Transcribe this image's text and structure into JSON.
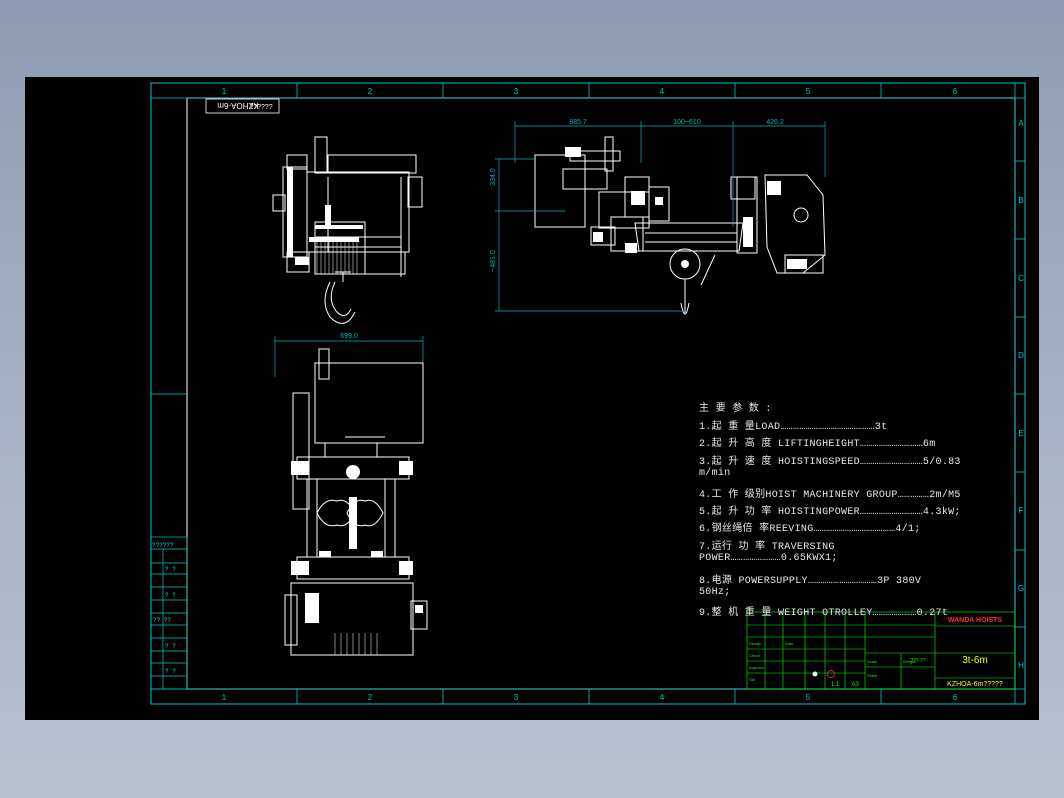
{
  "drawing": {
    "number_tag": "KZHOA-6m",
    "number_tag_suffix": "??????",
    "grid_cols": [
      "1",
      "2",
      "3",
      "4",
      "5",
      "6"
    ],
    "grid_rows": [
      "A",
      "B",
      "C",
      "D",
      "E",
      "F",
      "G",
      "H"
    ]
  },
  "dimensions": {
    "d1": "885.7",
    "d2": "100~610",
    "d3": "426.2",
    "d4": "334.0",
    "d5": "~481.0",
    "d6": "699.0"
  },
  "specs": {
    "title": "主 要 参 数 :",
    "lines": [
      "1.起 重 量LOAD………………………………………3t",
      "2.起 升 高 度 LIFTINGHEIGHT…………………………6m",
      "3.起 升 速 度 HOISTINGSPEED…………………………5/0.83",
      "m/min",
      "4.工 作 级别HOIST MACHINERY GROUP……………2m/M5",
      "5.起 升 功 率 HOISTINGPOWER…………………………4.3kW;",
      "6.钢丝绳倍 率REEVING…………………………………4/1;",
      "7.运行 功 率 TRAVERSING",
      "POWER……………………0.65KWX1;",
      "8.电源 POWERSUPPLY……………………………3P 380V",
      "50Hz;",
      "9.整 机 重 量 WEIGHT OTROLLEY…………………0.27t"
    ]
  },
  "sidebar": {
    "labels": [
      "??????",
      "? ?",
      "? ?",
      "?? ??",
      "? ?",
      "? ?"
    ]
  },
  "titleblock": {
    "brand": "WANDA HOISTS",
    "name": "3t-6m",
    "drawing_no": "KZHOA-6m?????",
    "scale": "1:1",
    "sheet": "A3",
    "count": "??? ??",
    "labels": [
      "Design",
      "Check",
      "Approve",
      "Std",
      "Date",
      "Scale",
      "Weight",
      "Sheet"
    ]
  },
  "colors": {
    "border": "#00c8c8",
    "lines": "#ffffff",
    "dim": "#00b4b4",
    "text": "#e8e8e8",
    "tag": "#00ff66",
    "red": "#ff3030",
    "yellow": "#ffff00",
    "green": "#00ff00"
  }
}
